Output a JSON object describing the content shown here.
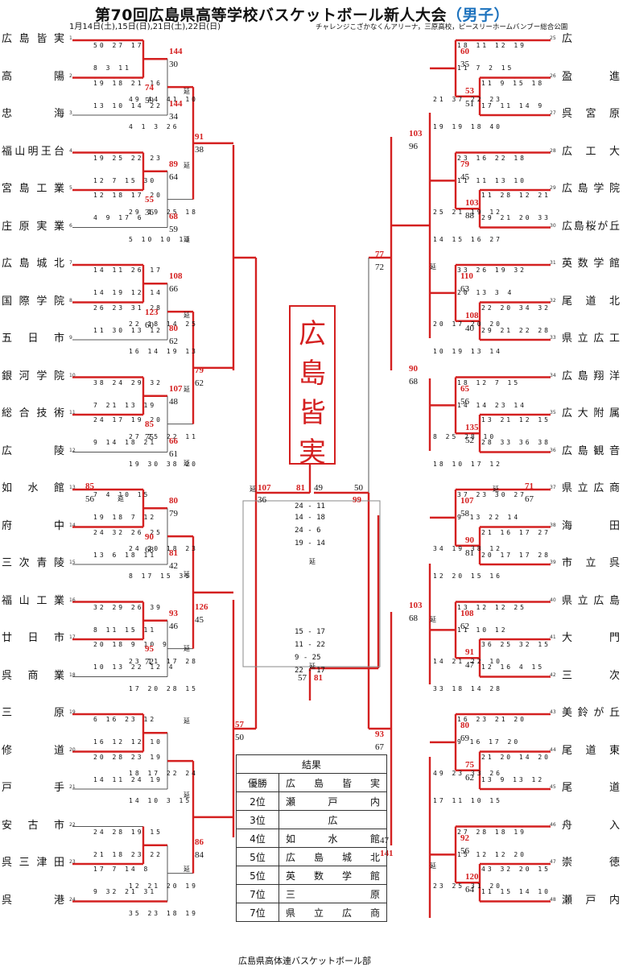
{
  "title": "第70回広島県高等学校バスケットボール新人大会",
  "gender": "（男子）",
  "dates": "1月14日(土),15日(日),21日(土),22日(日)",
  "venues": "チャレンジこざかなくんアリーナ，三原高校，ピースリーホームバンブー総合公園",
  "champion": [
    "広",
    "島",
    "皆",
    "実"
  ],
  "left_teams": [
    "広島皆実",
    "高陽",
    "忠海",
    "福山明王台",
    "宮島工業",
    "庄原実業",
    "広島城北",
    "国際学院",
    "五日市",
    "銀河学院",
    "総合技術",
    "広陵",
    "如水館",
    "府中",
    "三次青陵",
    "福山工業",
    "廿日市",
    "呉商業",
    "三原",
    "修道",
    "戸手",
    "安古市",
    "呉三津田",
    "呉港"
  ],
  "right_teams": [
    "広",
    "盈進",
    "呉宮原",
    "広工大",
    "広島学院",
    "広島桜が丘",
    "英数学館",
    "尾道北",
    "県立広工",
    "広島翔洋",
    "広大附属",
    "広島観音",
    "県立広商",
    "海田",
    "市立呉",
    "県立広島",
    "大門",
    "三次",
    "美鈴が丘",
    "尾道東",
    "尾道",
    "舟入",
    "崇徳",
    "瀬戸内"
  ],
  "quarters": [
    "50 27 17",
    "8 3 11",
    "19 18 21 16",
    "13 10 14 22",
    "49 44 41 10",
    "4 1 3 26",
    "19 25 22 23",
    "12 7 15 30",
    "12 18 17 20",
    "4 9 17 6",
    "29 19 25 18",
    "5 10 10 13",
    "14 11 26 17",
    "14 19 12 14",
    "26 23 31 28",
    "11 30 13 12",
    "22 18 14 25",
    "16 14 19 13",
    "38 24 29 32",
    "7 21 13 19",
    "24 17 19 20",
    "9 14 18 21",
    "27 25 22 11",
    "19 30 38 20",
    "7 4 10 15",
    "19 18 7 12",
    "24 32 26 25",
    "13 6 18 11",
    "24 20 18 23",
    "8 17 15 35",
    "32 29 26 39",
    "8 11 15 11",
    "20 18 9 10 9",
    "10 13 22 12 4",
    "23 11 17 28",
    "17 20 28 15",
    "6 16 23 12",
    "16 12 12 10",
    "20 28 23 19",
    "14 11 24 19",
    "18 17 22 24",
    "14 10 3 15",
    "24 28 19 15",
    "21 18 23 22",
    "17 7 14 8",
    "9 32 21 31",
    "12 21 20 19",
    "35 23 18 19",
    "18 11 12 19",
    "11 7 2 15",
    "11 9 15 18",
    "17 11 14 9",
    "21 37 22 23",
    "19 19 18 40",
    "23 16 22 18",
    "11 11 13 10",
    "11 28 12 21",
    "29 21 20 33",
    "25 21 19 12",
    "14 15 16 27",
    "33 26 19 32",
    "20 13 3 4",
    "22 20 34 32",
    "29 21 22 28",
    "20 17 20 20",
    "10 19 13 14",
    "18 12 7 15",
    "14 14 23 14",
    "13 21 12 15",
    "28 33 36 38",
    "8 25 28 10",
    "18 10 17 12",
    "37 23 30 27",
    "9 13 22 14",
    "21 16 17 27",
    "20 17 17 28",
    "34 19 38 12",
    "12 20 15 16",
    "13 12 12 25",
    "11 10 12",
    "36 25 32 15",
    "12 16 4 15",
    "14 21 22 10",
    "33 18 14 28",
    "16 23 21 20",
    "9 16 17 20",
    "21 20 14 20",
    "13 9 13 12",
    "49 23 33 26",
    "17 11 10 15",
    "27 28 18 19",
    "15 12 12 20",
    "43 32 20 15",
    "11 15 14 10",
    "23 25 31 20"
  ],
  "scores": {
    "r1": [
      "144",
      "30",
      "74",
      "59",
      "144",
      "34",
      "89",
      "64",
      "55",
      "36",
      "68",
      "59",
      "108",
      "66",
      "123",
      "60",
      "80",
      "62",
      "107",
      "48",
      "85",
      "75",
      "66",
      "61",
      "80",
      "79",
      "90",
      "68",
      "81",
      "42",
      "93",
      "46",
      "95",
      "72"
    ],
    "r2": [
      "91",
      "38",
      "79",
      "62",
      "126",
      "45",
      "57",
      "50",
      "86",
      "84"
    ],
    "semis": [
      "107",
      "36",
      "81",
      "49"
    ],
    "rr1": [
      "60",
      "35",
      "53",
      "51",
      "79",
      "45",
      "103",
      "88",
      "110",
      "63",
      "108",
      "40",
      "65",
      "56",
      "135",
      "52",
      "107",
      "58",
      "90",
      "81",
      "108",
      "62",
      "91",
      "47",
      "80",
      "69",
      "75",
      "62",
      "92",
      "56",
      "120",
      "64"
    ],
    "rr2": [
      "103",
      "96",
      "77",
      "72",
      "90",
      "68",
      "103",
      "68",
      "93",
      "67",
      "141",
      "47"
    ],
    "rsemi": [
      "50",
      "99",
      "57",
      "81"
    ],
    "pt": [
      "85",
      "56",
      "71",
      "67"
    ]
  },
  "final_quarters": [
    "24 - 11",
    "14 - 18",
    "24 - 6",
    "19 - 14",
    "15 - 17",
    "11 - 22",
    "9 - 25",
    "22 - 17"
  ],
  "ot_label": "延",
  "results_header": "結果",
  "results": [
    {
      "place": "優勝",
      "team": "広島皆実"
    },
    {
      "place": "2位",
      "team": "瀬戸内"
    },
    {
      "place": "3位",
      "team": "広"
    },
    {
      "place": "4位",
      "team": "如水館"
    },
    {
      "place": "5位",
      "team": "広島城北"
    },
    {
      "place": "5位",
      "team": "英数学館"
    },
    {
      "place": "7位",
      "team": "三原"
    },
    {
      "place": "7位",
      "team": "県立広商"
    }
  ],
  "footer": "広島県高体連バスケットボール部",
  "colors": {
    "red": "#d42020",
    "blue": "#1e73be"
  }
}
